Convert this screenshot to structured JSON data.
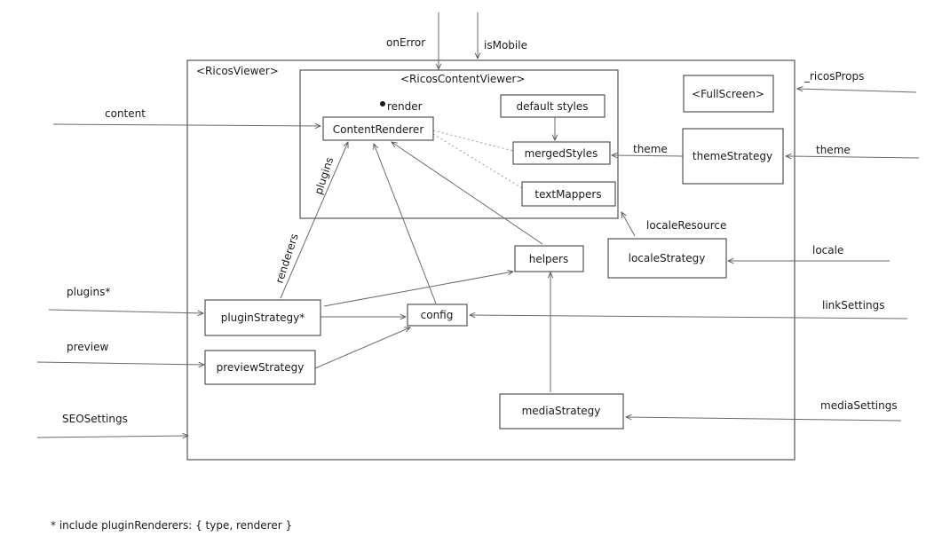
{
  "diagram": {
    "outer_container": "<RicosViewer>",
    "inner_container": "<RicosContentViewer>",
    "boxes": {
      "content_renderer": "ContentRenderer",
      "default_styles": "default styles",
      "merged_styles": "mergedStyles",
      "text_mappers": "textMappers",
      "full_screen": "<FullScreen>",
      "theme_strategy": "themeStrategy",
      "locale_strategy": "localeStrategy",
      "helpers": "helpers",
      "plugin_strategy": "pluginStrategy*",
      "config": "config",
      "preview_strategy": "previewStrategy",
      "media_strategy": "mediaStrategy"
    },
    "labels": {
      "on_error": "onError",
      "is_mobile": "isMobile",
      "ricos_props": "_ricosProps",
      "content": "content",
      "render": "render",
      "plugins_inner": "plugins",
      "renderers": "renderers",
      "theme_inner": "theme",
      "theme_outer": "theme",
      "locale_resource": "localeResource",
      "locale": "locale",
      "plugins_outer": "plugins*",
      "link_settings": "linkSettings",
      "preview": "preview",
      "seo_settings": "SEOSettings",
      "media_settings": "mediaSettings"
    },
    "footnote": "* include pluginRenderers: { type, renderer }"
  }
}
